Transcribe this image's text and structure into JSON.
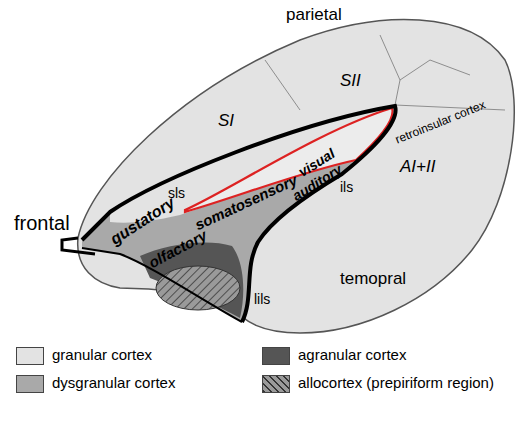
{
  "diagram": {
    "labels": [
      "parietal",
      "SI",
      "SII",
      "retroinsular cortex",
      "sls",
      "gustatory",
      "somatosensory",
      "visual",
      "auditory",
      "olfactory",
      "AI+II",
      "ils",
      "frontal",
      "temopral",
      "lils"
    ],
    "legend": [
      {
        "text": "granular cortex",
        "color": "#e3e3e3"
      },
      {
        "text": "dysgranular cortex",
        "color": "#a9a9a9"
      },
      {
        "text": "agranular cortex",
        "color": "#555555"
      },
      {
        "text": "allocortex (prepiriform region)"
      }
    ]
  }
}
